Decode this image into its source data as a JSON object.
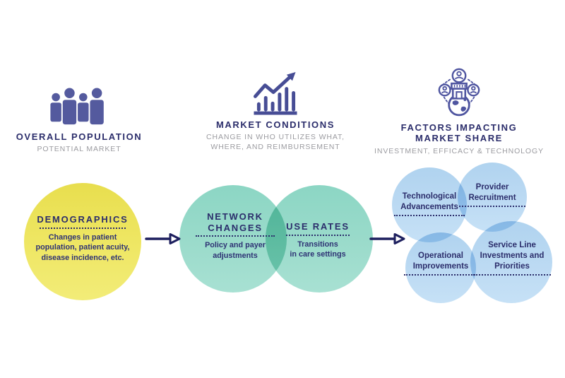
{
  "colors": {
    "background": "#FFFFFF",
    "navy_text": "#2B2D6B",
    "icon_slate": "#4F55A0",
    "subtitle_gray": "#9B9BA0",
    "demographics_yellow": "#EDE45A",
    "conditions_teal": "#8FD7C5",
    "factors_blue": "#B9D8F2",
    "arrow_navy": "#1D1F5E"
  },
  "sections": [
    {
      "icon": "people-icon",
      "title": "OVERALL POPULATION",
      "subtitle": "POTENTIAL MARKET"
    },
    {
      "icon": "bar-chart-trend-icon",
      "title": "MARKET CONDITIONS",
      "subtitle": "CHANGE IN WHO UTILIZES WHAT, WHERE, AND REIMBURSEMENT"
    },
    {
      "icon": "globe-market-icon",
      "title": "FACTORS IMPACTING MARKET SHARE",
      "subtitle": "INVESTMENT, EFFICACY & TECHNOLOGY"
    }
  ],
  "bubbles": {
    "demographics": {
      "title": "DEMOGRAPHICS",
      "body_lines": [
        "Changes in patient",
        "population, patient acuity,",
        "disease incidence, etc."
      ]
    },
    "network_changes": {
      "title": "NETWORK CHANGES",
      "body_lines": [
        "Policy and payer",
        "adjustments"
      ]
    },
    "use_rates": {
      "title": "USE RATES",
      "body_lines": [
        "Transitions",
        "in care settings"
      ]
    },
    "factors": [
      {
        "label": "Technological Advancements"
      },
      {
        "label": "Provider Recruitment"
      },
      {
        "label": "Operational Improvements"
      },
      {
        "label": "Service Line Investments and Priorities"
      }
    ]
  }
}
